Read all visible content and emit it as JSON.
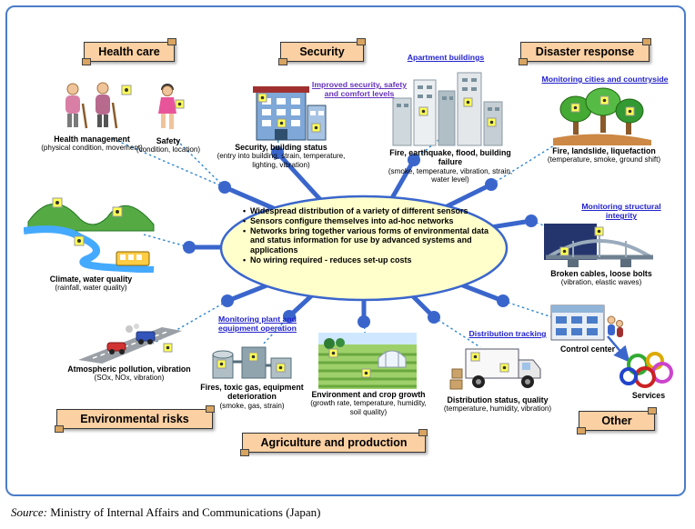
{
  "banners": {
    "health_care": "Health care",
    "security": "Security",
    "disaster_response": "Disaster response",
    "environmental_risks": "Environmental risks",
    "agriculture_production": "Agriculture and production",
    "other": "Other"
  },
  "links": {
    "apartment_buildings": "Apartment buildings",
    "improved_security": "Improved security, safety and comfort levels",
    "monitoring_cities": "Monitoring cities and countryside",
    "monitoring_structural": "Monitoring structural integrity",
    "monitoring_plant": "Monitoring plant and equipment operation",
    "distribution_tracking": "Distribution tracking"
  },
  "center": {
    "bullets": [
      "Widespread distribution of a variety of different sensors",
      "Sensors configure themselves into ad-hoc networks",
      "Networks bring together various forms of environmental data and status information for use by advanced systems and applications",
      "No wiring required - reduces set-up costs"
    ]
  },
  "captions": {
    "health_management": {
      "title": "Health management",
      "detail": "(physical condition, movement)"
    },
    "safety": {
      "title": "Safety",
      "detail": "(condition, location)"
    },
    "security_building": {
      "title": "Security, building status",
      "detail": "(entry into building, strain, temperature, lighting, vibration)"
    },
    "city": {
      "title": "Fire, earthquake, flood, building failure",
      "detail": "(smoke, temperature, vibration, strain, water level)"
    },
    "forest": {
      "title": "Fire, landslide, liquefaction",
      "detail": "(temperature, smoke, ground shift)"
    },
    "bridge": {
      "title": "Broken cables, loose bolts",
      "detail": "(vibration, elastic waves)"
    },
    "climate": {
      "title": "Climate, water quality",
      "detail": "(rainfall, water quality)"
    },
    "pollution": {
      "title": "Atmospheric pollution, vibration",
      "detail": "(SOx, NOx, vibration)"
    },
    "equipment": {
      "title": "Fires, toxic gas, equipment deterioration",
      "detail": "(smoke, gas, strain)"
    },
    "crops": {
      "title": "Environment and crop growth",
      "detail": "(growth rate, temperature, humidity, soil quality)"
    },
    "distribution": {
      "title": "Distribution status, quality",
      "detail": "(temperature, humidity, vibration)"
    },
    "control_center": {
      "title": "Control center",
      "detail": ""
    },
    "services": {
      "title": "Services",
      "detail": ""
    }
  },
  "source": {
    "label": "Source:",
    "text": " Ministry of Internal Affairs and Communications (Japan)"
  },
  "colors": {
    "frame_blue": "#4a7cc9",
    "hub_blue": "#3a66cc",
    "ellipse_fill": "#ffffcc",
    "banner_fill": "#fbd0a2",
    "link_blue": "#2222cc",
    "link_purple": "#6633bb",
    "sensor_yellow": "#ffff55"
  }
}
